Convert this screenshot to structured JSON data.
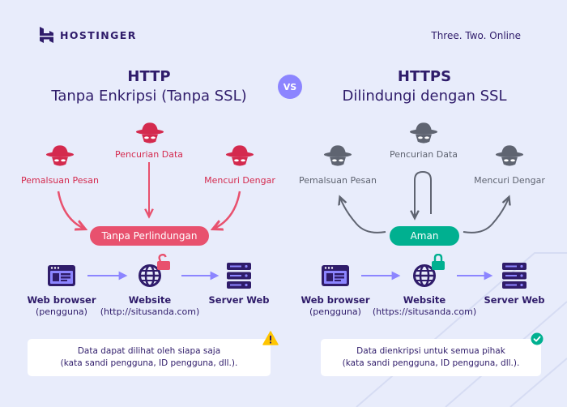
{
  "brand": {
    "name": "HOSTINGER",
    "tagline": "Three. Two. Online"
  },
  "vs_label": "VS",
  "left": {
    "title": "HTTP",
    "subtitle": "Tanpa Enkripsi (Tanpa SSL)",
    "threats": [
      "Pencurian Data",
      "Pemalsuan Pesan",
      "Mencuri Dengar"
    ],
    "status": "Tanpa Perlindungan",
    "nodes": [
      {
        "title": "Web browser",
        "sub": "(pengguna)"
      },
      {
        "title": "Website",
        "sub": "(http://situsanda.com)"
      },
      {
        "title": "Server Web",
        "sub": ""
      }
    ],
    "note_line1": "Data dapat dilihat oleh siapa saja",
    "note_line2": "(kata sandi pengguna, ID pengguna, dll.).",
    "note_icon": "warning-icon"
  },
  "right": {
    "title": "HTTPS",
    "subtitle": "Dilindungi dengan SSL",
    "threats": [
      "Pencurian Data",
      "Pemalsuan Pesan",
      "Mencuri Dengar"
    ],
    "status": "Aman",
    "nodes": [
      {
        "title": "Web browser",
        "sub": "(pengguna)"
      },
      {
        "title": "Website",
        "sub": "(https://situsanda.com)"
      },
      {
        "title": "Server Web",
        "sub": ""
      }
    ],
    "note_line1": "Data dienkripsi untuk semua pihak",
    "note_line2": "(kata sandi pengguna, ID pengguna, dll.).",
    "note_icon": "check-icon"
  },
  "colors": {
    "background": "#e8ecfb",
    "navy": "#2f1c6a",
    "red": "#d42a4e",
    "pink": "#e8516e",
    "green": "#00b090",
    "purple": "#8c85ff",
    "gray": "#5f6471"
  }
}
